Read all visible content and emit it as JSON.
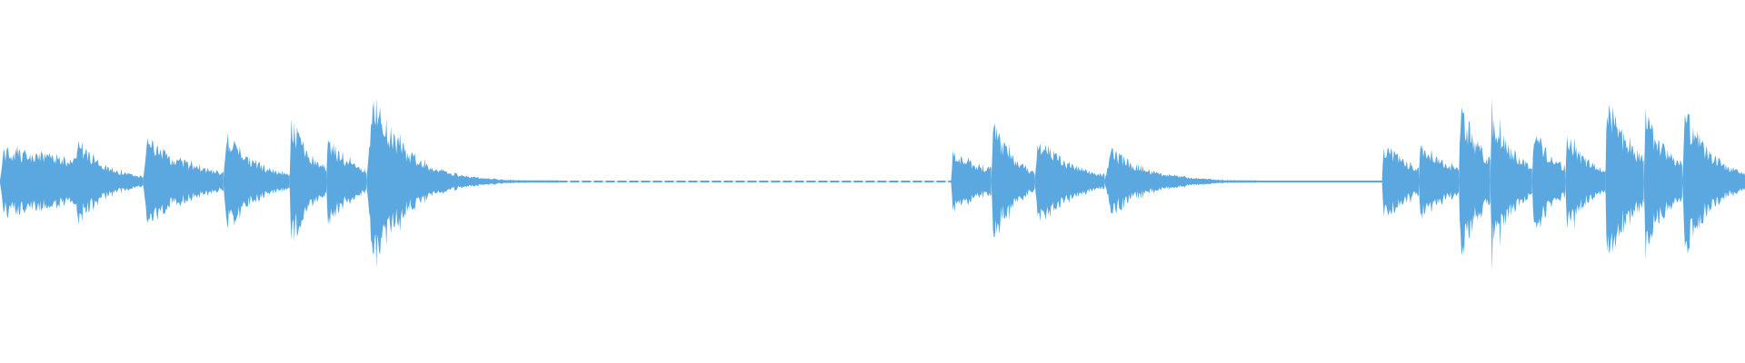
{
  "waveform": {
    "color": "#5ba8e0",
    "background": "#ffffff",
    "bursts": [
      {
        "start": 0.0,
        "end": 0.045,
        "peak": 0.1,
        "decay": 0.35
      },
      {
        "start": 0.043,
        "end": 0.082,
        "peak": 0.14,
        "decay": 2.2
      },
      {
        "start": 0.082,
        "end": 0.128,
        "peak": 0.14,
        "decay": 1.6
      },
      {
        "start": 0.128,
        "end": 0.166,
        "peak": 0.16,
        "decay": 2.0
      },
      {
        "start": 0.166,
        "end": 0.187,
        "peak": 0.2,
        "decay": 1.5
      },
      {
        "start": 0.187,
        "end": 0.21,
        "peak": 0.14,
        "decay": 1.4
      },
      {
        "start": 0.21,
        "end": 0.32,
        "peak": 0.31,
        "decay": 5.5
      },
      {
        "start": 0.545,
        "end": 0.568,
        "peak": 0.09,
        "decay": 0.8
      },
      {
        "start": 0.568,
        "end": 0.593,
        "peak": 0.19,
        "decay": 1.8
      },
      {
        "start": 0.593,
        "end": 0.633,
        "peak": 0.15,
        "decay": 2.0
      },
      {
        "start": 0.633,
        "end": 0.72,
        "peak": 0.12,
        "decay": 4.0
      },
      {
        "start": 0.792,
        "end": 0.813,
        "peak": 0.12,
        "decay": 1.0
      },
      {
        "start": 0.813,
        "end": 0.836,
        "peak": 0.14,
        "decay": 1.3
      },
      {
        "start": 0.836,
        "end": 0.854,
        "peak": 0.24,
        "decay": 1.2
      },
      {
        "start": 0.854,
        "end": 0.878,
        "peak": 0.22,
        "decay": 1.5
      },
      {
        "start": 0.878,
        "end": 0.897,
        "peak": 0.16,
        "decay": 1.2
      },
      {
        "start": 0.897,
        "end": 0.92,
        "peak": 0.15,
        "decay": 1.5
      },
      {
        "start": 0.92,
        "end": 0.942,
        "peak": 0.27,
        "decay": 1.3
      },
      {
        "start": 0.942,
        "end": 0.964,
        "peak": 0.22,
        "decay": 1.4
      },
      {
        "start": 0.964,
        "end": 1.0,
        "peak": 0.24,
        "decay": 2.2
      }
    ],
    "silent_segments": [
      {
        "start": 0.32,
        "end": 0.545,
        "dashed": true
      },
      {
        "start": 0.72,
        "end": 0.792,
        "dashed": false
      }
    ]
  }
}
